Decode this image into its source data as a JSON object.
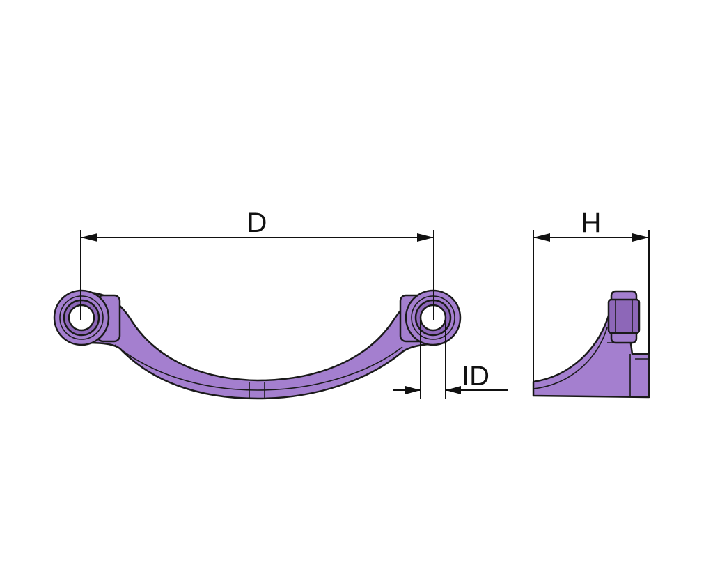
{
  "diagram": {
    "labels": {
      "distance": "D",
      "height": "H",
      "inner_diameter": "ID"
    },
    "colors": {
      "part_fill": "#a47fcf",
      "part_fill_dark": "#8d67b8",
      "outline": "#1a1a1a",
      "hole": "#ffffff",
      "background": "#ffffff"
    }
  }
}
